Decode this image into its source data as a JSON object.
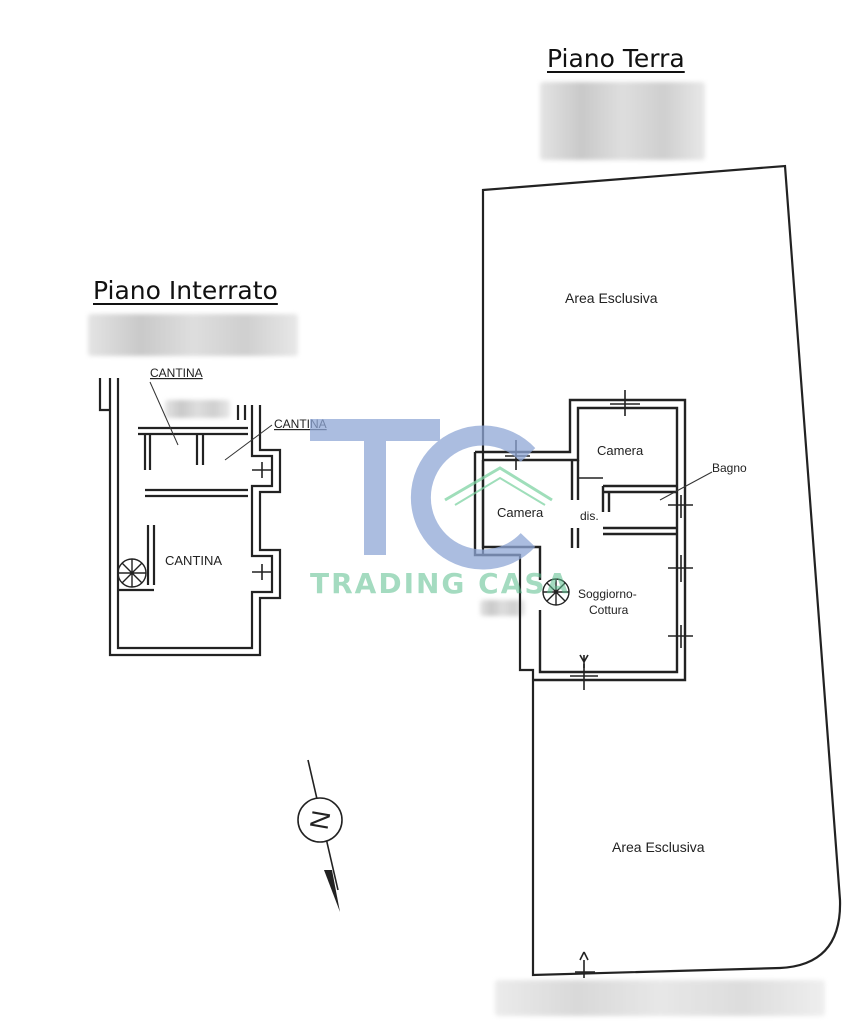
{
  "floors": {
    "ground_title": "Piano Terra",
    "basement_title": "Piano Interrato"
  },
  "rooms": {
    "basement_cantina_top_left": "CANTINA",
    "basement_cantina_top_right": "CANTINA",
    "basement_cantina_main": "CANTINA",
    "ground_area_top": "Area Esclusiva",
    "ground_area_bottom": "Area Esclusiva",
    "ground_camera_top": "Camera",
    "ground_camera_left": "Camera",
    "ground_bagno": "Bagno",
    "ground_dis": "dis.",
    "ground_soggiorno_line1": "Soggiorno-",
    "ground_soggiorno_line2": "Cottura"
  },
  "compass": {
    "letter": "N"
  },
  "watermark": {
    "logo_letters": "TC",
    "brand_text": "TRADING CASA",
    "color_blue": "#8fa7d6",
    "color_green": "#6fcf97"
  }
}
